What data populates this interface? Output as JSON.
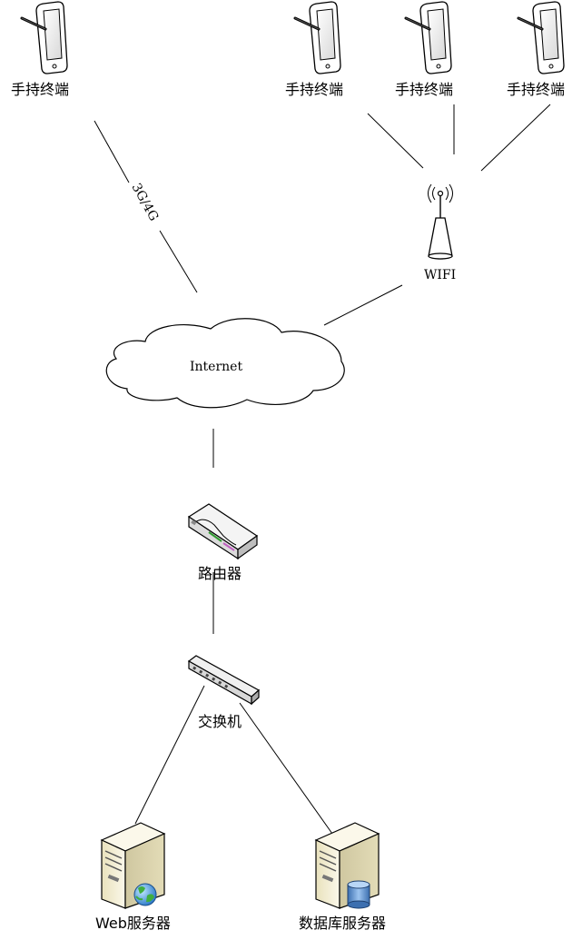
{
  "nodes": {
    "handheld_left": {
      "label": "手持终端"
    },
    "handheld_1": {
      "label": "手持终端"
    },
    "handheld_2": {
      "label": "手持终端"
    },
    "handheld_3": {
      "label": "手持终端"
    },
    "wifi": {
      "label": "WIFI"
    },
    "internet": {
      "label": "Internet"
    },
    "router": {
      "label": "路由器"
    },
    "switch": {
      "label": "交换机"
    },
    "web_server": {
      "label": "Web服务器"
    },
    "db_server": {
      "label": "数据库服务器"
    }
  },
  "edges": {
    "mobile_link": {
      "label": "3G/4G"
    }
  },
  "colors": {
    "line": "#000000",
    "device_body": "#e8e8e8",
    "server_body": "#f3efd6",
    "globe": "#3a9a3a",
    "db": "#5a8fd0"
  }
}
